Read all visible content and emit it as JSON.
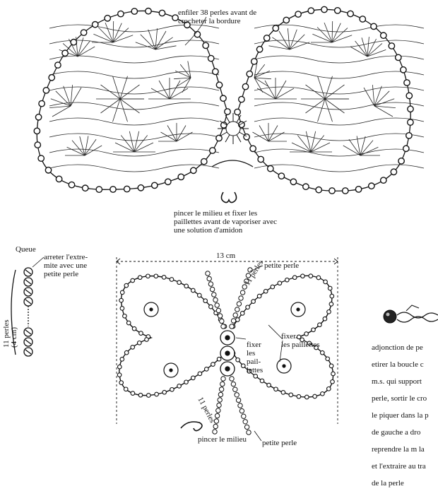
{
  "annotations": {
    "top_note": "enfiler 38 perles avant de\ncrocheter la bordure",
    "middle_note": "pincer le milieu et fixer les\npaillettes avant de vaporiser avec\nune solution d'amidon",
    "queue": "Queue",
    "arreter_note": "arreter l'extre-\nmite avec une\npetite perle",
    "left_count": "11 perles\n(4 cm)",
    "width_measure": "13 cm",
    "petite_perle_top": "petite perle",
    "perles_count_right": "11 perles",
    "fixer_center": "fixer\nles\npail-\nlettes",
    "fixer_right": "fixer\nles paillettes",
    "perles_count_bottom": "11 perles",
    "pincer_bottom": "pincer le milieu",
    "petite_perle_bottom": "petite perle"
  },
  "side_text": [
    "adjonction de pe",
    "etirer la boucle c",
    "m.s. qui support",
    "perle, sortir le cro",
    "le piquer dans la p",
    "de gauche a dro",
    "reprendre la m la",
    "et l'extraire au tra",
    "de la perle"
  ],
  "colors": {
    "ink": "#111111",
    "background": "#ffffff"
  }
}
